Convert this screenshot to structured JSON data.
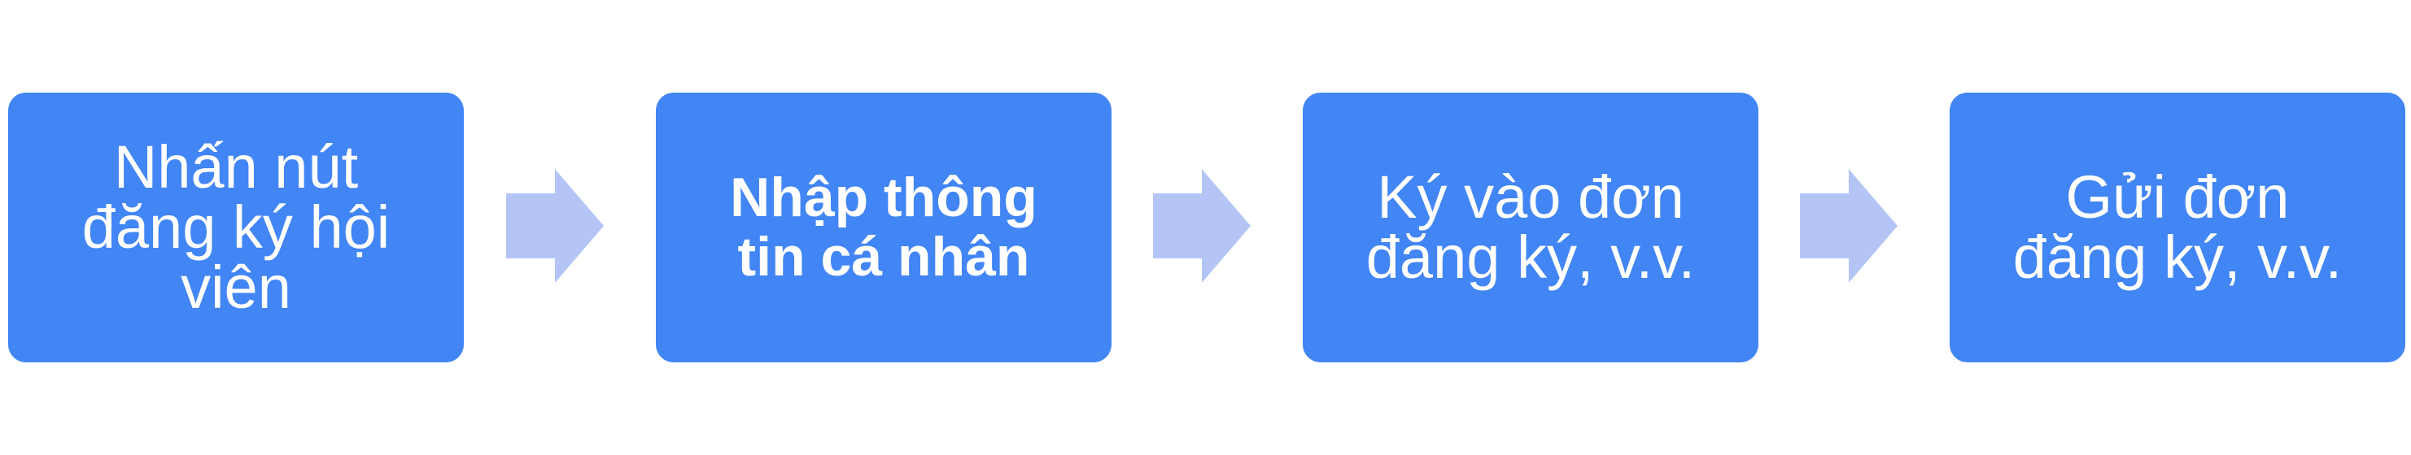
{
  "steps": [
    {
      "label": "Nhấn nút\nđăng ký hội\nviên"
    },
    {
      "label": "Nhập thông\ntin cá nhân"
    },
    {
      "label": "Ký vào đơn\nđăng ký, v.v."
    },
    {
      "label": "Gửi đơn\nđăng ký, v.v."
    }
  ],
  "colors": {
    "box": "#4285f4",
    "text": "#ffffff",
    "arrow": "#b4c5f5"
  }
}
